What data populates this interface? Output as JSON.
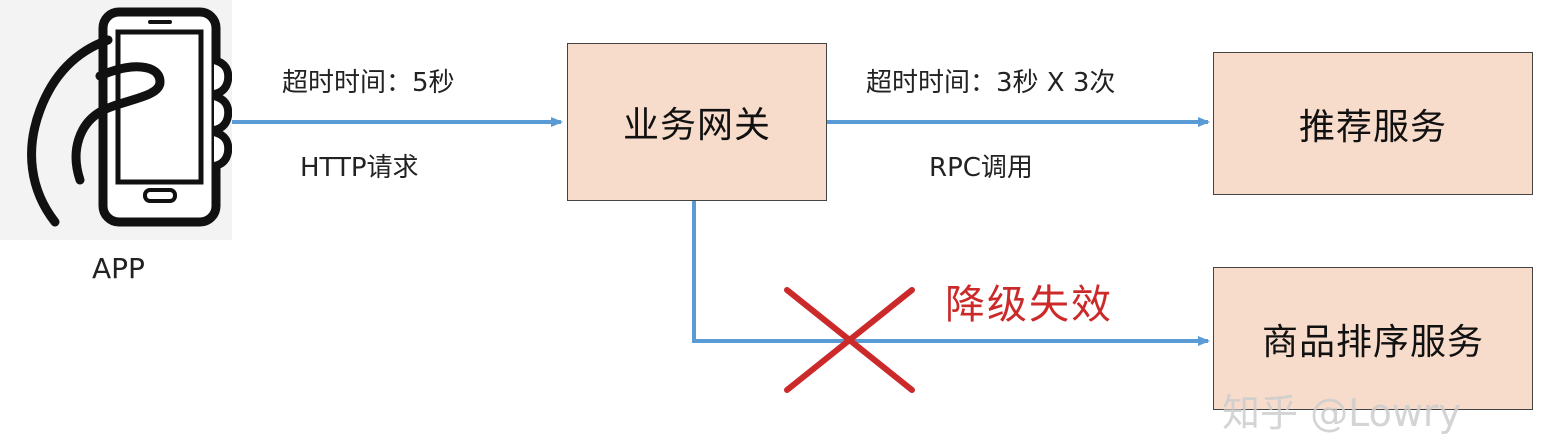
{
  "app_label": "APP",
  "edges": {
    "app_to_gateway": {
      "timeout": "超时时间：5秒",
      "protocol": "HTTP请求"
    },
    "gateway_to_recommend": {
      "timeout": "超时时间：3秒 X 3次",
      "protocol": "RPC调用"
    },
    "gateway_to_ranking": {
      "status": "降级失效"
    }
  },
  "nodes": {
    "gateway": "业务网关",
    "recommend": "推荐服务",
    "ranking": "商品排序服务"
  },
  "watermark": "知乎 @Lowry",
  "colors": {
    "box_fill": "#f8dccb",
    "arrow": "#5b9bd5",
    "fail": "#cc2a2a"
  }
}
